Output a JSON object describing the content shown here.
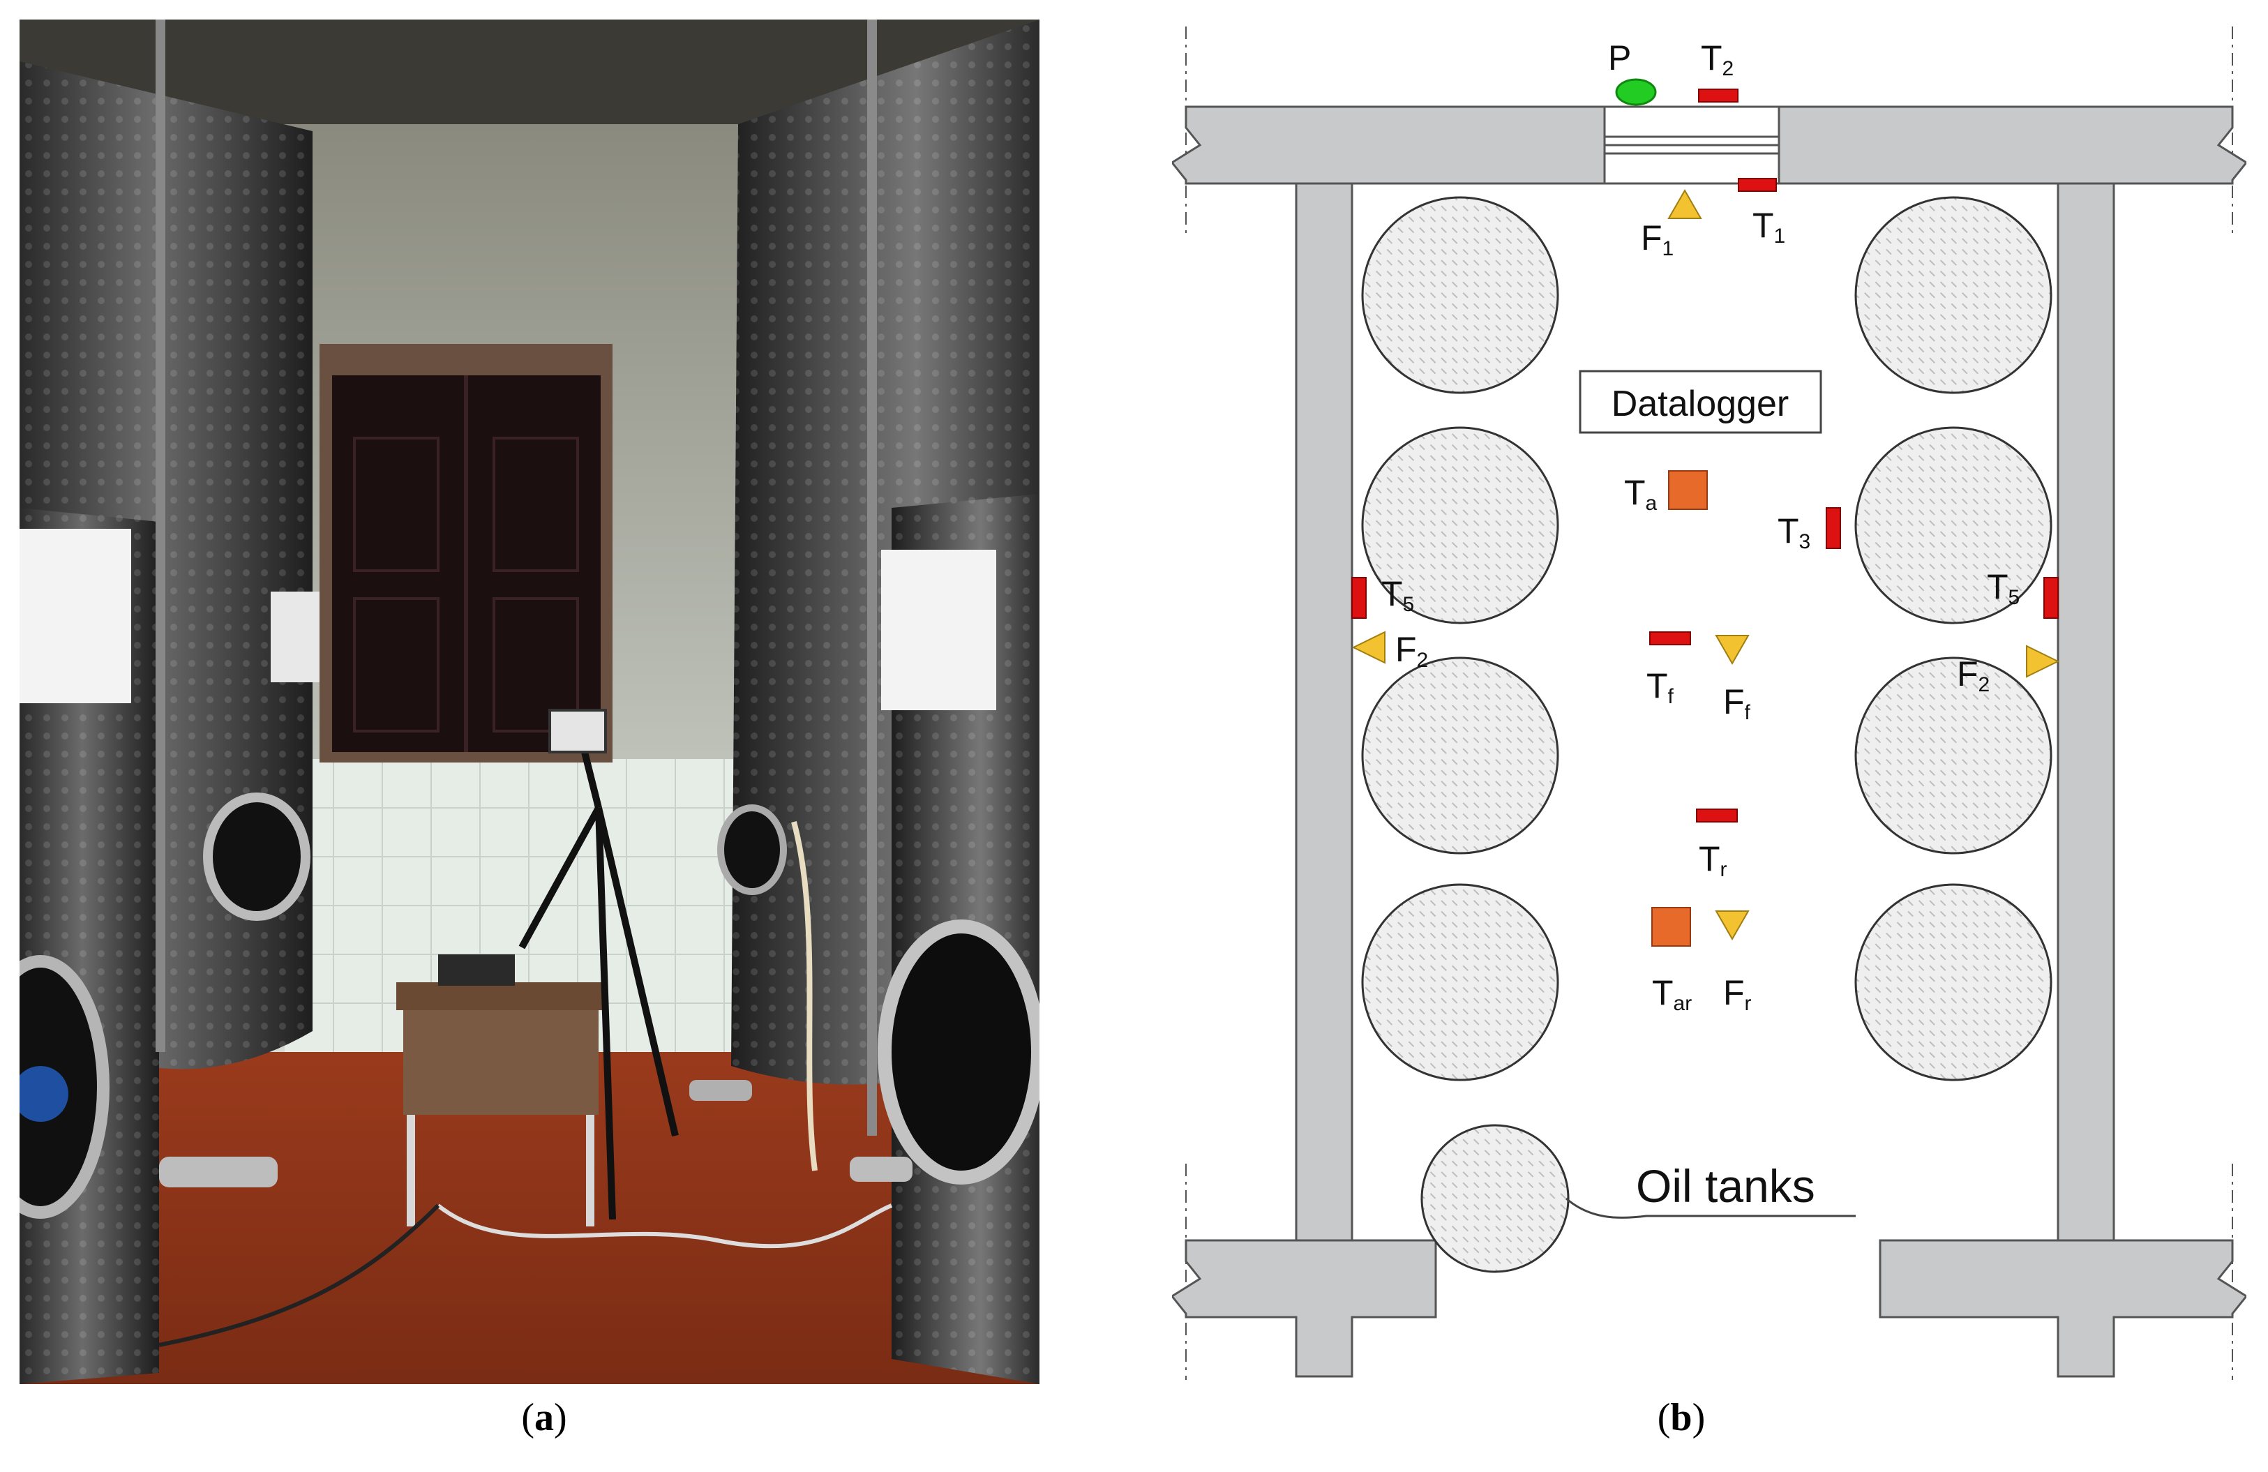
{
  "captions": {
    "a_open": "(",
    "a_letter": "a",
    "a_close": ")",
    "b_open": "(",
    "b_letter": "b",
    "b_close": ")"
  },
  "photo": {
    "description_alt": "Photograph of a winery cellar with stainless steel tanks and a measurement tripod"
  },
  "floor_plan": {
    "datalogger_label": "Datalogger",
    "oil_tanks_label": "Oil tanks",
    "sensors": {
      "P": {
        "main": "P",
        "sub": ""
      },
      "T2": {
        "main": "T",
        "sub": "2"
      },
      "T1": {
        "main": "T",
        "sub": "1"
      },
      "F1": {
        "main": "F",
        "sub": "1"
      },
      "Ta": {
        "main": "T",
        "sub": "a"
      },
      "T3": {
        "main": "T",
        "sub": "3"
      },
      "T5_left": {
        "main": "T",
        "sub": "5"
      },
      "T5_right": {
        "main": "T",
        "sub": "5"
      },
      "F2_left": {
        "main": "F",
        "sub": "2"
      },
      "F2_right": {
        "main": "F",
        "sub": "2"
      },
      "Tf": {
        "main": "T",
        "sub": "f"
      },
      "Ff": {
        "main": "F",
        "sub": "f"
      },
      "Tr": {
        "main": "T",
        "sub": "r"
      },
      "Tar": {
        "main": "T",
        "sub": "ar"
      },
      "Fr": {
        "main": "F",
        "sub": "r"
      }
    },
    "colors": {
      "wall": "#c8c9ca",
      "temperature_sensor": "#dd1111",
      "air_sensor": "#e86a2a",
      "flow_sensor": "#f2c230",
      "pressure_sensor": "#22cc22",
      "tank_fill": "#ececec"
    }
  }
}
